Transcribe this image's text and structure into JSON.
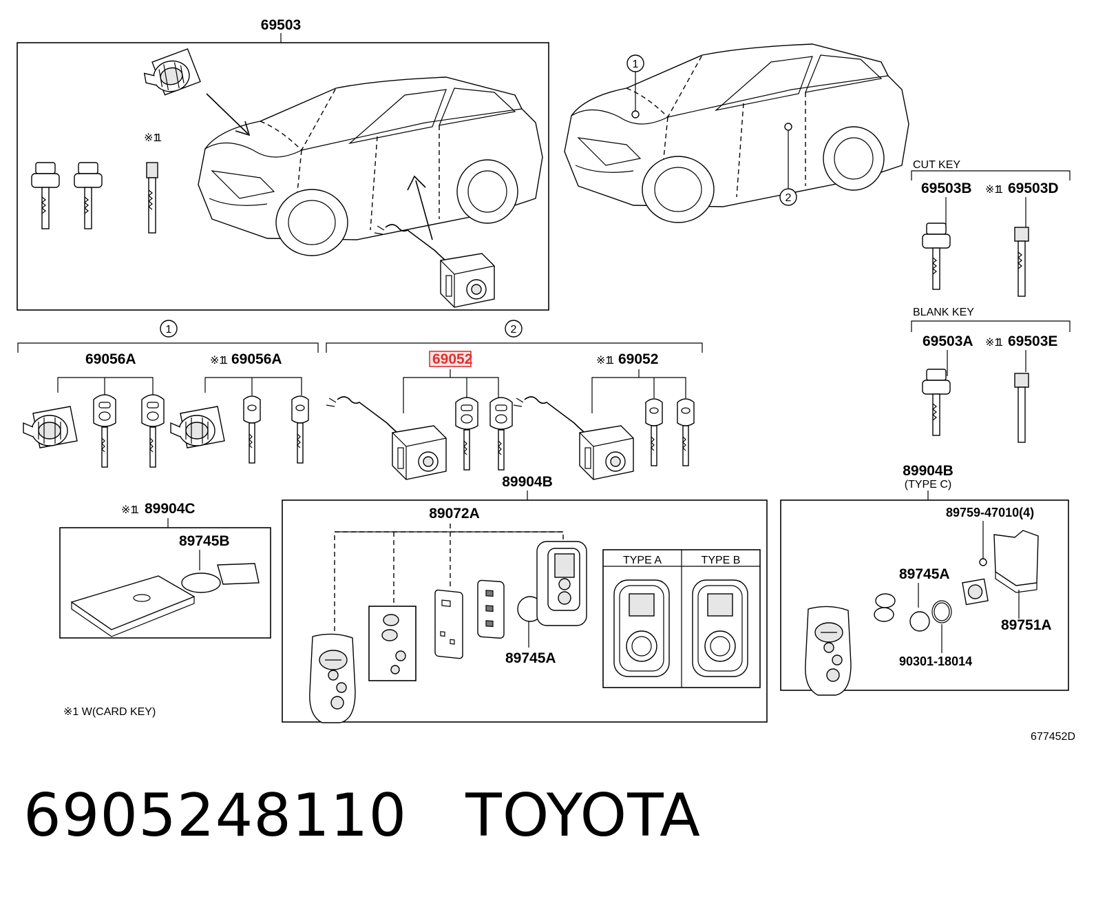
{
  "labels": {
    "top_assembly": "69503",
    "circle_1": "1",
    "circle_2": "2",
    "card_mark": "※1",
    "cut_key": "CUT KEY",
    "blank_key": "BLANK KEY",
    "part_69503B": "69503B",
    "part_69503D": "69503D",
    "part_69503A": "69503A",
    "part_69503E": "69503E",
    "part_69056A": "69056A",
    "part_69052_highlight": "69052",
    "part_69052": "69052",
    "part_89904B": "89904B",
    "part_89904B_c": "89904B",
    "type_c": "(TYPE C)",
    "part_89904C": "89904C",
    "part_89745B": "89745B",
    "part_89072A": "89072A",
    "part_89745A": "89745A",
    "type_a": "TYPE A",
    "type_b": "TYPE B",
    "part_89759": "89759-47010(4)",
    "part_89751A": "89751A",
    "part_90301": "90301-18014",
    "note": "※1 W(CARD KEY)",
    "diagram_id": "677452D"
  },
  "caption": {
    "part_number": "6905248110",
    "brand": "TOYOTA"
  },
  "colors": {
    "highlight": "#e03030",
    "ink": "#000000"
  }
}
